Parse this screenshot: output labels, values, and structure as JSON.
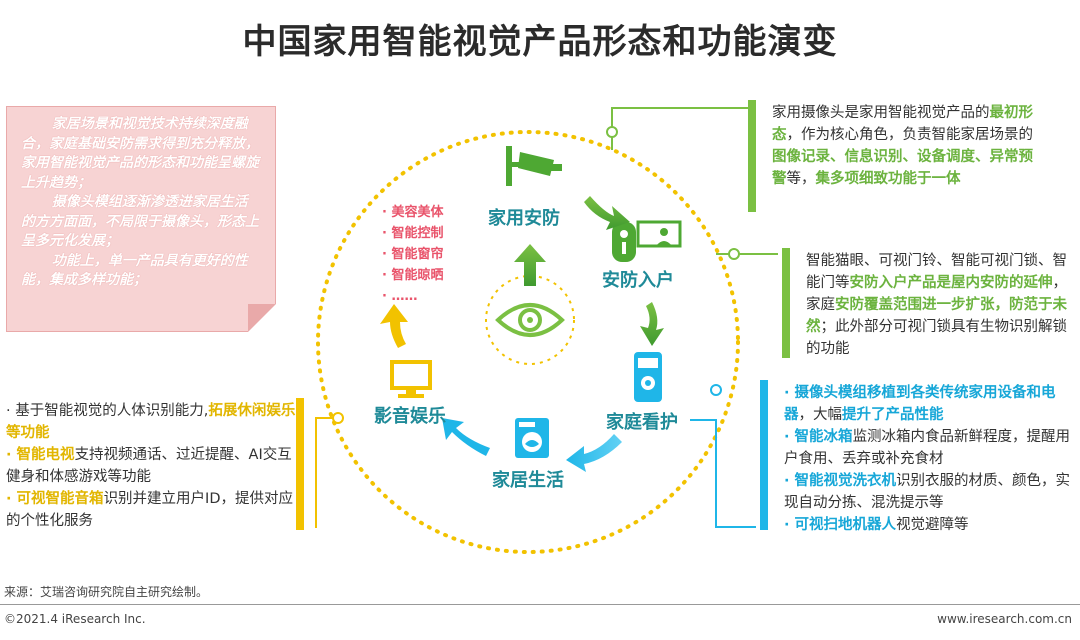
{
  "title": "中国家用智能视觉产品形态和功能演变",
  "intro": {
    "p1": "家居场景和视觉技术持续深度融合，家庭基础安防需求得到充分释放，家用智能视觉产品的形态和功能呈螺旋上升趋势；",
    "p2": "摄像头模组逐渐渗透进家居生活的方方面面，不局限于摄像头，形态上呈多元化发展；",
    "p3": "功能上，单一产品具有更好的性能，集成多样功能；"
  },
  "nodes": {
    "n1": "家用安防",
    "n2": "安防入户",
    "n3": "家庭看护",
    "n4": "家居生活",
    "n5": "影音娱乐"
  },
  "future_items": [
    "· 美容美体",
    "· 智能控制",
    "· 智能窗帘",
    "· 智能晾晒",
    "· ……"
  ],
  "box_security": {
    "a": "家用摄像头是家用智能视觉产品的",
    "b": "最初形态",
    "c": "，作为核心角色，负责智能家居场景的",
    "d": "图像记录、信息识别、设备调度、异常预警",
    "e": "等，",
    "f": "集多项细致功能于一体"
  },
  "box_entry": {
    "a": "智能猫眼、可视门铃、智能可视门锁、智能门等",
    "b": "安防入户产品是屋内安防的延伸",
    "c": "，家庭",
    "d": "安防覆盖范围进一步扩张，防范于未然",
    "e": "；此外部分可视门锁具有生物识别解锁的功能"
  },
  "box_entertain": {
    "l1a": "· 基于智能视觉的人体识别能力,",
    "l1b": "拓展休闲娱乐等功能",
    "l2a": "· 智能电视",
    "l2b": "支持视频通话、过近提醒、AI交互健身和体感游戏等功能",
    "l3a": "· 可视智能音箱",
    "l3b": "识别并建立用户ID，提供对应的个性化服务"
  },
  "box_life": {
    "l1a": "· 摄像头模组移植到各类传统家用设备和电器",
    "l1b": "，大幅",
    "l1c": "提升了产品性能",
    "l2a": "· 智能冰箱",
    "l2b": "监测冰箱内食品新鲜程度，提醒用户食用、丢弃或补充食材",
    "l3a": "· 智能视觉洗衣机",
    "l3b": "识别衣服的材质、颜色，实现自动分拣、混洗提示等",
    "l4a": "· 可视扫地机器人",
    "l4b": "视觉避障等"
  },
  "colors": {
    "green": "#6cb33f",
    "yellow": "#f2c200",
    "blue": "#1fb6e8",
    "teal": "#1f8a98",
    "pink": "#e9546b"
  },
  "footer": {
    "source": "来源：艾瑞咨询研究院自主研究绘制。",
    "copyright": "©2021.4 iResearch Inc.",
    "site": "www.iresearch.com.cn"
  }
}
